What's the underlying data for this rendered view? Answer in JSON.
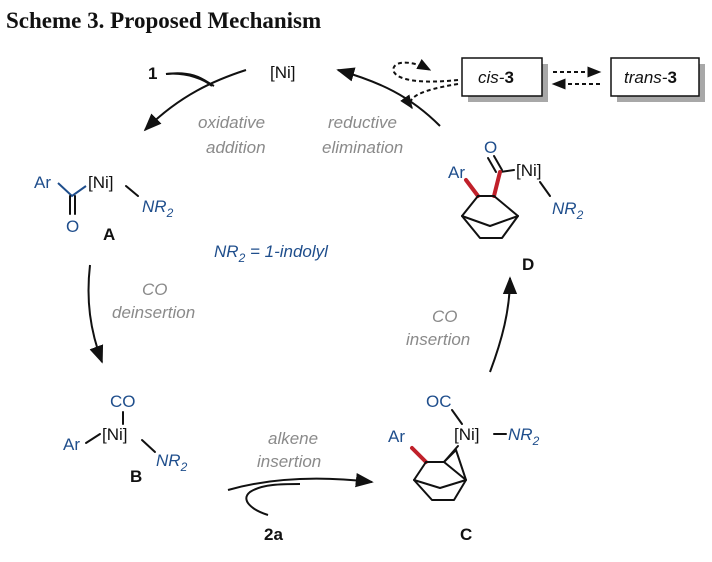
{
  "title": "Scheme 3. Proposed Mechanism",
  "catalyst": "[Ni]",
  "compound_1": "1",
  "compound_2a": "2a",
  "steps": {
    "oxidative_addition": [
      "oxidative",
      "addition"
    ],
    "reductive_elimination": [
      "reductive",
      "elimination"
    ],
    "co_deinsertion": [
      "CO",
      "deinsertion"
    ],
    "alkene_insertion": [
      "alkene",
      "insertion"
    ],
    "co_insertion": [
      "CO",
      "insertion"
    ]
  },
  "boxes": {
    "cis_prefix": "cis-",
    "cis_num": "3",
    "trans_prefix": "trans-",
    "trans_num": "3"
  },
  "intermediates": {
    "A": "A",
    "B": "B",
    "C": "C",
    "D": "D"
  },
  "atoms": {
    "ar": "Ar",
    "ni": "[Ni]",
    "o": "O",
    "co": "CO",
    "oc": "OC",
    "nr": "NR",
    "sub2": "2"
  },
  "legend": {
    "nr": "NR",
    "sub": "2",
    "rest": " = 1-indolyl"
  }
}
